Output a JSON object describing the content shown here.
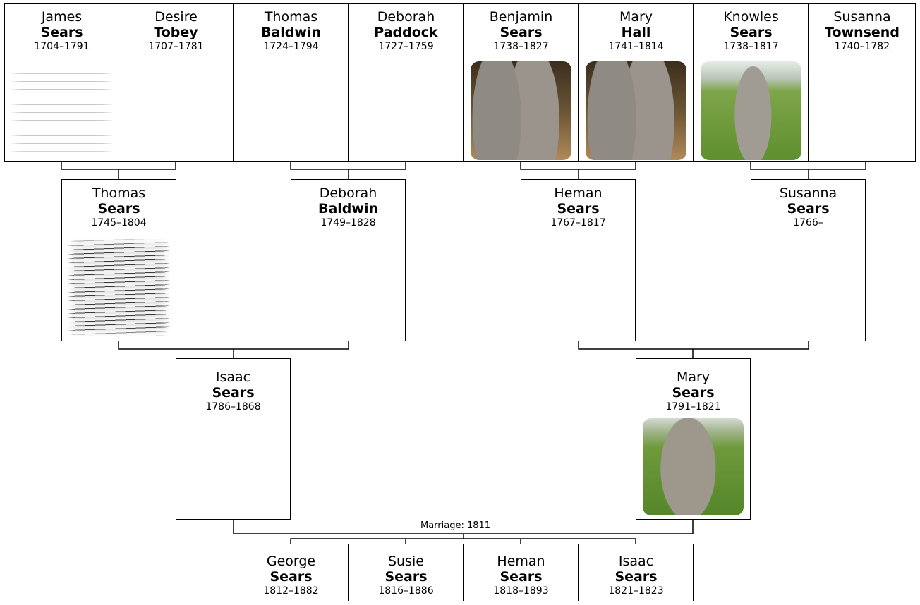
{
  "people": {
    "james": {
      "first": "James",
      "last": "Sears",
      "dates": "1704–1791",
      "photo": "document-scan"
    },
    "desire": {
      "first": "Desire",
      "last": "Tobey",
      "dates": "1707–1781"
    },
    "thomas_b": {
      "first": "Thomas",
      "last": "Baldwin",
      "dates": "1724–1794"
    },
    "deborah_p": {
      "first": "Deborah",
      "last": "Paddock",
      "dates": "1727–1759"
    },
    "benjamin": {
      "first": "Benjamin",
      "last": "Sears",
      "dates": "1738–1827",
      "photo": "gravestones"
    },
    "mary_h": {
      "first": "Mary",
      "last": "Hall",
      "dates": "1741–1814",
      "photo": "gravestones"
    },
    "knowles": {
      "first": "Knowles",
      "last": "Sears",
      "dates": "1738–1817",
      "photo": "gravestone-on-grass"
    },
    "susanna_t": {
      "first": "Susanna",
      "last": "Townsend",
      "dates": "1740–1782"
    },
    "thomas_s": {
      "first": "Thomas",
      "last": "Sears",
      "dates": "1745–1804",
      "photo": "handwritten-record"
    },
    "deborah_b": {
      "first": "Deborah",
      "last": "Baldwin",
      "dates": "1749–1828"
    },
    "heman_s": {
      "first": "Heman",
      "last": "Sears",
      "dates": "1767–1817"
    },
    "susanna_s": {
      "first": "Susanna",
      "last": "Sears",
      "dates": "1766–"
    },
    "isaac": {
      "first": "Isaac",
      "last": "Sears",
      "dates": "1786–1868"
    },
    "mary_s": {
      "first": "Mary",
      "last": "Sears",
      "dates": "1791–1821",
      "photo": "gravestone-on-grass"
    },
    "george": {
      "first": "George",
      "last": "Sears",
      "dates": "1812–1882"
    },
    "susie": {
      "first": "Susie",
      "last": "Sears",
      "dates": "1816–1886"
    },
    "heman_c": {
      "first": "Heman",
      "last": "Sears",
      "dates": "1818–1893"
    },
    "isaac_c": {
      "first": "Isaac",
      "last": "Sears",
      "dates": "1821–1823"
    }
  },
  "marriage_label": "Marriage: 1811"
}
